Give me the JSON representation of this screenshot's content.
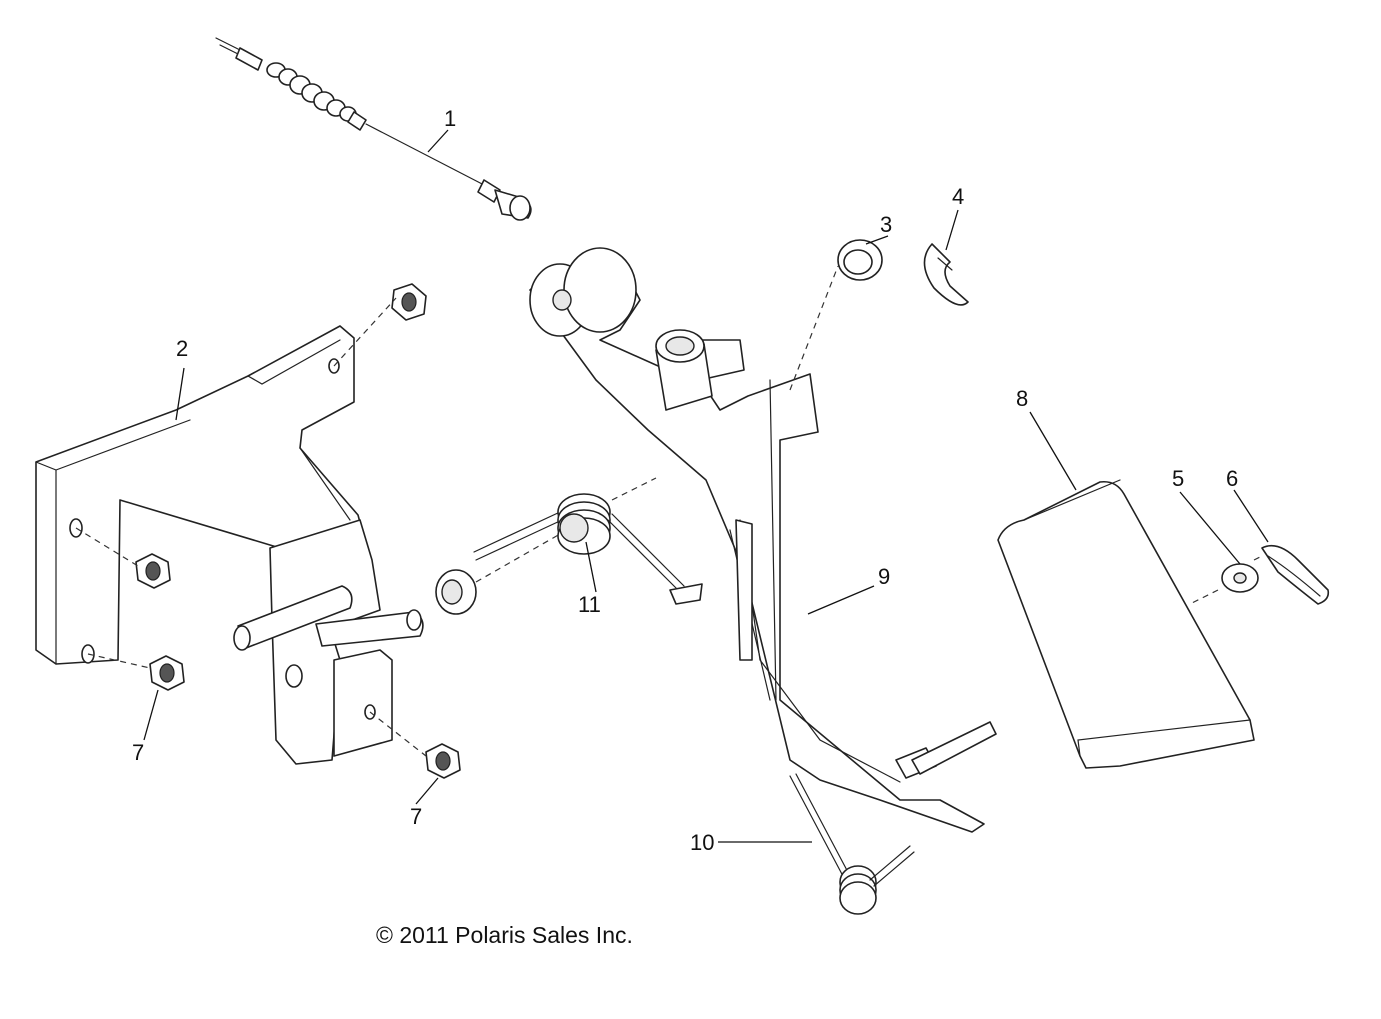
{
  "callouts": [
    "1",
    "2",
    "3",
    "4",
    "5",
    "6",
    "7",
    "7",
    "8",
    "9",
    "10",
    "11"
  ],
  "copyright": "© 2011 Polaris Sales Inc."
}
